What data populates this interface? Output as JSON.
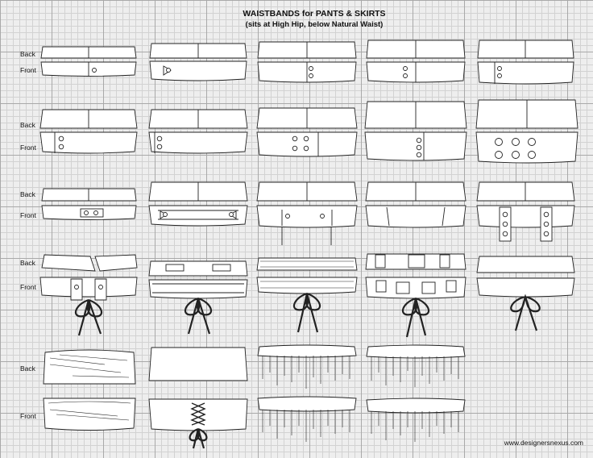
{
  "title": "WAISTBANDS  for PANTS & SKIRTS",
  "subtitle": "(sits at High Hip, below Natural Waist)",
  "labels": {
    "back": "Back",
    "front": "Front"
  },
  "footer": "www.designersnexus.com",
  "colors": {
    "background": "#eeeeee",
    "grid_major": "#a9a9a9",
    "grid_minor": "#d2d2d2",
    "line": "#222222",
    "fill": "#ffffff"
  }
}
